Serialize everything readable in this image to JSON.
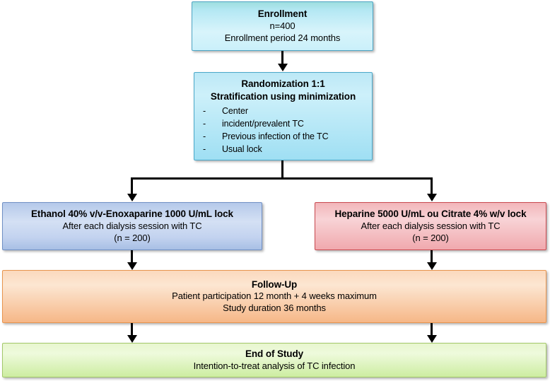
{
  "diagram": {
    "kind": "clinical-trial-flowchart",
    "nodes": {
      "enrollment": {
        "title": "Enrollment",
        "line1": "n=400",
        "line2": "Enrollment period 24 months",
        "color": "#b5e8f4"
      },
      "randomization": {
        "title": "Randomization 1:1",
        "subtitle": "Stratification using minimization",
        "bullet_marker": "-",
        "bullets": [
          "Center",
          "incident/prevalent TC",
          "Previous infection of the TC",
          "Usual lock"
        ],
        "color": "#bce8f6"
      },
      "arm_left": {
        "title": "Ethanol 40% v/v-Enoxaparine 1000 U/mL lock",
        "line1": "After each dialysis session with TC",
        "line2": "(n = 200)",
        "color": "#c2d2ef"
      },
      "arm_right": {
        "title": "Heparine 5000 U/mL ou Citrate 4% w/v lock",
        "line1": "After each dialysis session with TC",
        "line2": "(n = 200)",
        "color": "#f2b6ba"
      },
      "followup": {
        "title": "Follow-Up",
        "line1": "Patient participation 12 month + 4 weeks maximum",
        "line2": "Study duration 36 months",
        "color": "#f6b787"
      },
      "end_of_study": {
        "title": "End of Study",
        "line1": "Intention-to-treat analysis of TC infection",
        "color": "#cdeda1"
      }
    },
    "connectors": {
      "enrollment_to_randomization": "arrow-down",
      "randomization_split": "tee-split",
      "left_arm_to_followup": "arrow-down",
      "right_arm_to_followup": "arrow-down",
      "followup_to_end_left": "arrow-down",
      "followup_to_end_right": "arrow-down"
    }
  }
}
